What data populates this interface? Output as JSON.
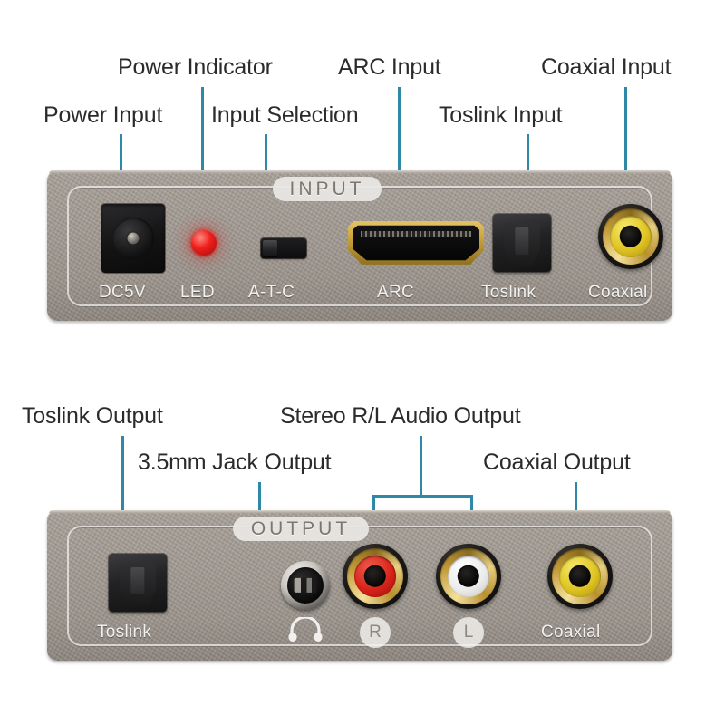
{
  "diagram": {
    "title": "Audio converter port callout diagram",
    "leader_color": "#2f88a8",
    "chassis_color": "#a39c94"
  },
  "input_panel": {
    "badge": "INPUT",
    "callouts": [
      {
        "label": "Power Input",
        "target": "dc-power-jack"
      },
      {
        "label": "Power Indicator",
        "target": "led-indicator"
      },
      {
        "label": "Input Selection",
        "target": "input-selection-switch"
      },
      {
        "label": "ARC Input",
        "target": "arc-hdmi-port"
      },
      {
        "label": "Toslink Input",
        "target": "toslink-input-port"
      },
      {
        "label": "Coaxial Input",
        "target": "coaxial-input-jack"
      }
    ],
    "ports": [
      {
        "caption": "DC5V",
        "name": "dc-power-jack"
      },
      {
        "caption": "LED",
        "name": "led-indicator"
      },
      {
        "caption": "A-T-C",
        "name": "input-selection-switch"
      },
      {
        "caption": "ARC",
        "name": "arc-hdmi-port"
      },
      {
        "caption": "Toslink",
        "name": "toslink-input-port"
      },
      {
        "caption": "Coaxial",
        "name": "coaxial-input-jack"
      }
    ]
  },
  "output_panel": {
    "badge": "OUTPUT",
    "callouts": [
      {
        "label": "Toslink Output",
        "target": "toslink-output-port"
      },
      {
        "label": "3.5mm Jack Output",
        "target": "headphone-jack"
      },
      {
        "label": "Stereo R/L Audio Output",
        "target": "rca-stereo-pair"
      },
      {
        "label": "Coaxial Output",
        "target": "coaxial-output-jack"
      }
    ],
    "ports": [
      {
        "caption": "Toslink",
        "name": "toslink-output-port"
      },
      {
        "caption": "",
        "name": "headphone-jack",
        "icon": "headphones-icon"
      },
      {
        "caption": "R",
        "name": "rca-right-jack"
      },
      {
        "caption": "L",
        "name": "rca-left-jack"
      },
      {
        "caption": "Coaxial",
        "name": "coaxial-output-jack"
      }
    ]
  }
}
